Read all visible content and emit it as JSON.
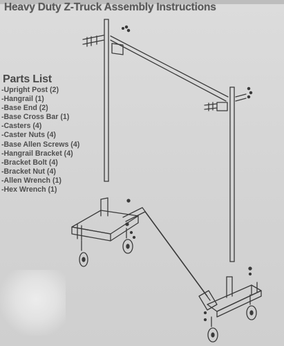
{
  "document": {
    "title": "Heavy Duty Z-Truck Assembly Instructions",
    "parts_heading": "Parts List",
    "parts": [
      "-Upright Post (2)",
      "-Hangrail (1)",
      "-Base End (2)",
      "-Base Cross Bar (1)",
      "-Casters (4)",
      "-Caster Nuts (4)",
      "-Base Allen Screws (4)",
      "-Hangrail Bracket (4)",
      "-Bracket Bolt (4)",
      "-Bracket Nut (4)",
      "-Allen Wrench (1)",
      "-Hex Wrench (1)"
    ]
  },
  "colors": {
    "paper": "#d6d6d6",
    "ink": "#4e4e4e",
    "line": "#3a3a3a"
  }
}
